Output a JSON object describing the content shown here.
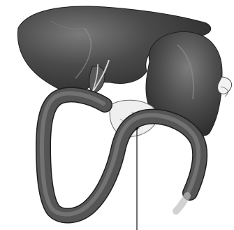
{
  "figure": {
    "structures": [
      "liver",
      "stomach",
      "gallbladder",
      "small-intestine-loop",
      "pancreas"
    ],
    "leader_lines": 1,
    "colors": {
      "background": "#ffffff",
      "organ_dark": "#2f2f2f",
      "organ_mid": "#5a5a5a",
      "organ_light": "#8c8c8c",
      "outline": "#1e1e1e",
      "leader": "#111111"
    }
  }
}
